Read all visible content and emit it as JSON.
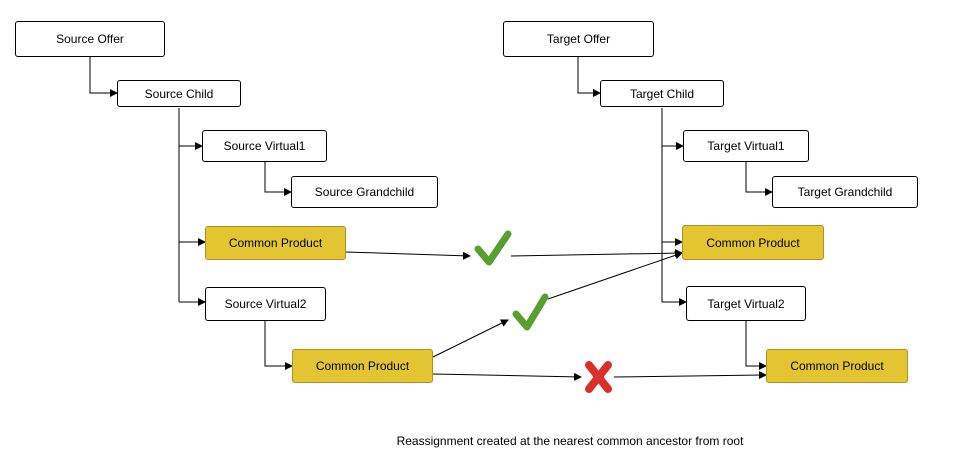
{
  "nodes": {
    "source_offer": "Source Offer",
    "source_child": "Source Child",
    "source_virtual1": "Source Virtual1",
    "source_grandchild": "Source Grandchild",
    "source_common_1": "Common Product",
    "source_virtual2": "Source Virtual2",
    "source_common_2": "Common Product",
    "target_offer": "Target Offer",
    "target_child": "Target Child",
    "target_virtual1": "Target Virtual1",
    "target_grandchild": "Target Grandchild",
    "target_common_1": "Common Product",
    "target_virtual2": "Target Virtual2",
    "target_common_2": "Common Product"
  },
  "caption": "Reassignment created at the nearest common ancestor from root",
  "colors": {
    "common_fill": "#e3c532",
    "check": "#5a9e2f",
    "cross": "#d9302c"
  },
  "markers": [
    "check-icon",
    "check-icon",
    "cross-icon"
  ]
}
